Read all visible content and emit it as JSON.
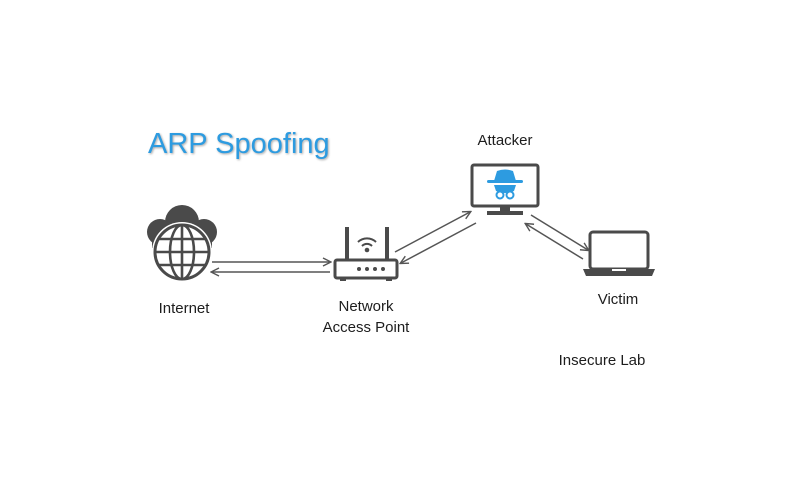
{
  "diagram": {
    "title": "ARP Spoofing",
    "nodes": {
      "internet": {
        "label": "Internet",
        "icon": "globe-cloud-icon"
      },
      "access_point": {
        "label_line1": "Network",
        "label_line2": "Access Point",
        "icon": "router-icon"
      },
      "attacker": {
        "label": "Attacker",
        "icon": "monitor-spy-icon"
      },
      "victim": {
        "label": "Victim",
        "icon": "laptop-icon"
      }
    },
    "footer": "Insecure Lab",
    "colors": {
      "title": "#2d9be0",
      "icon": "#444444",
      "accent": "#2d9be0",
      "arrow": "#555555"
    }
  }
}
